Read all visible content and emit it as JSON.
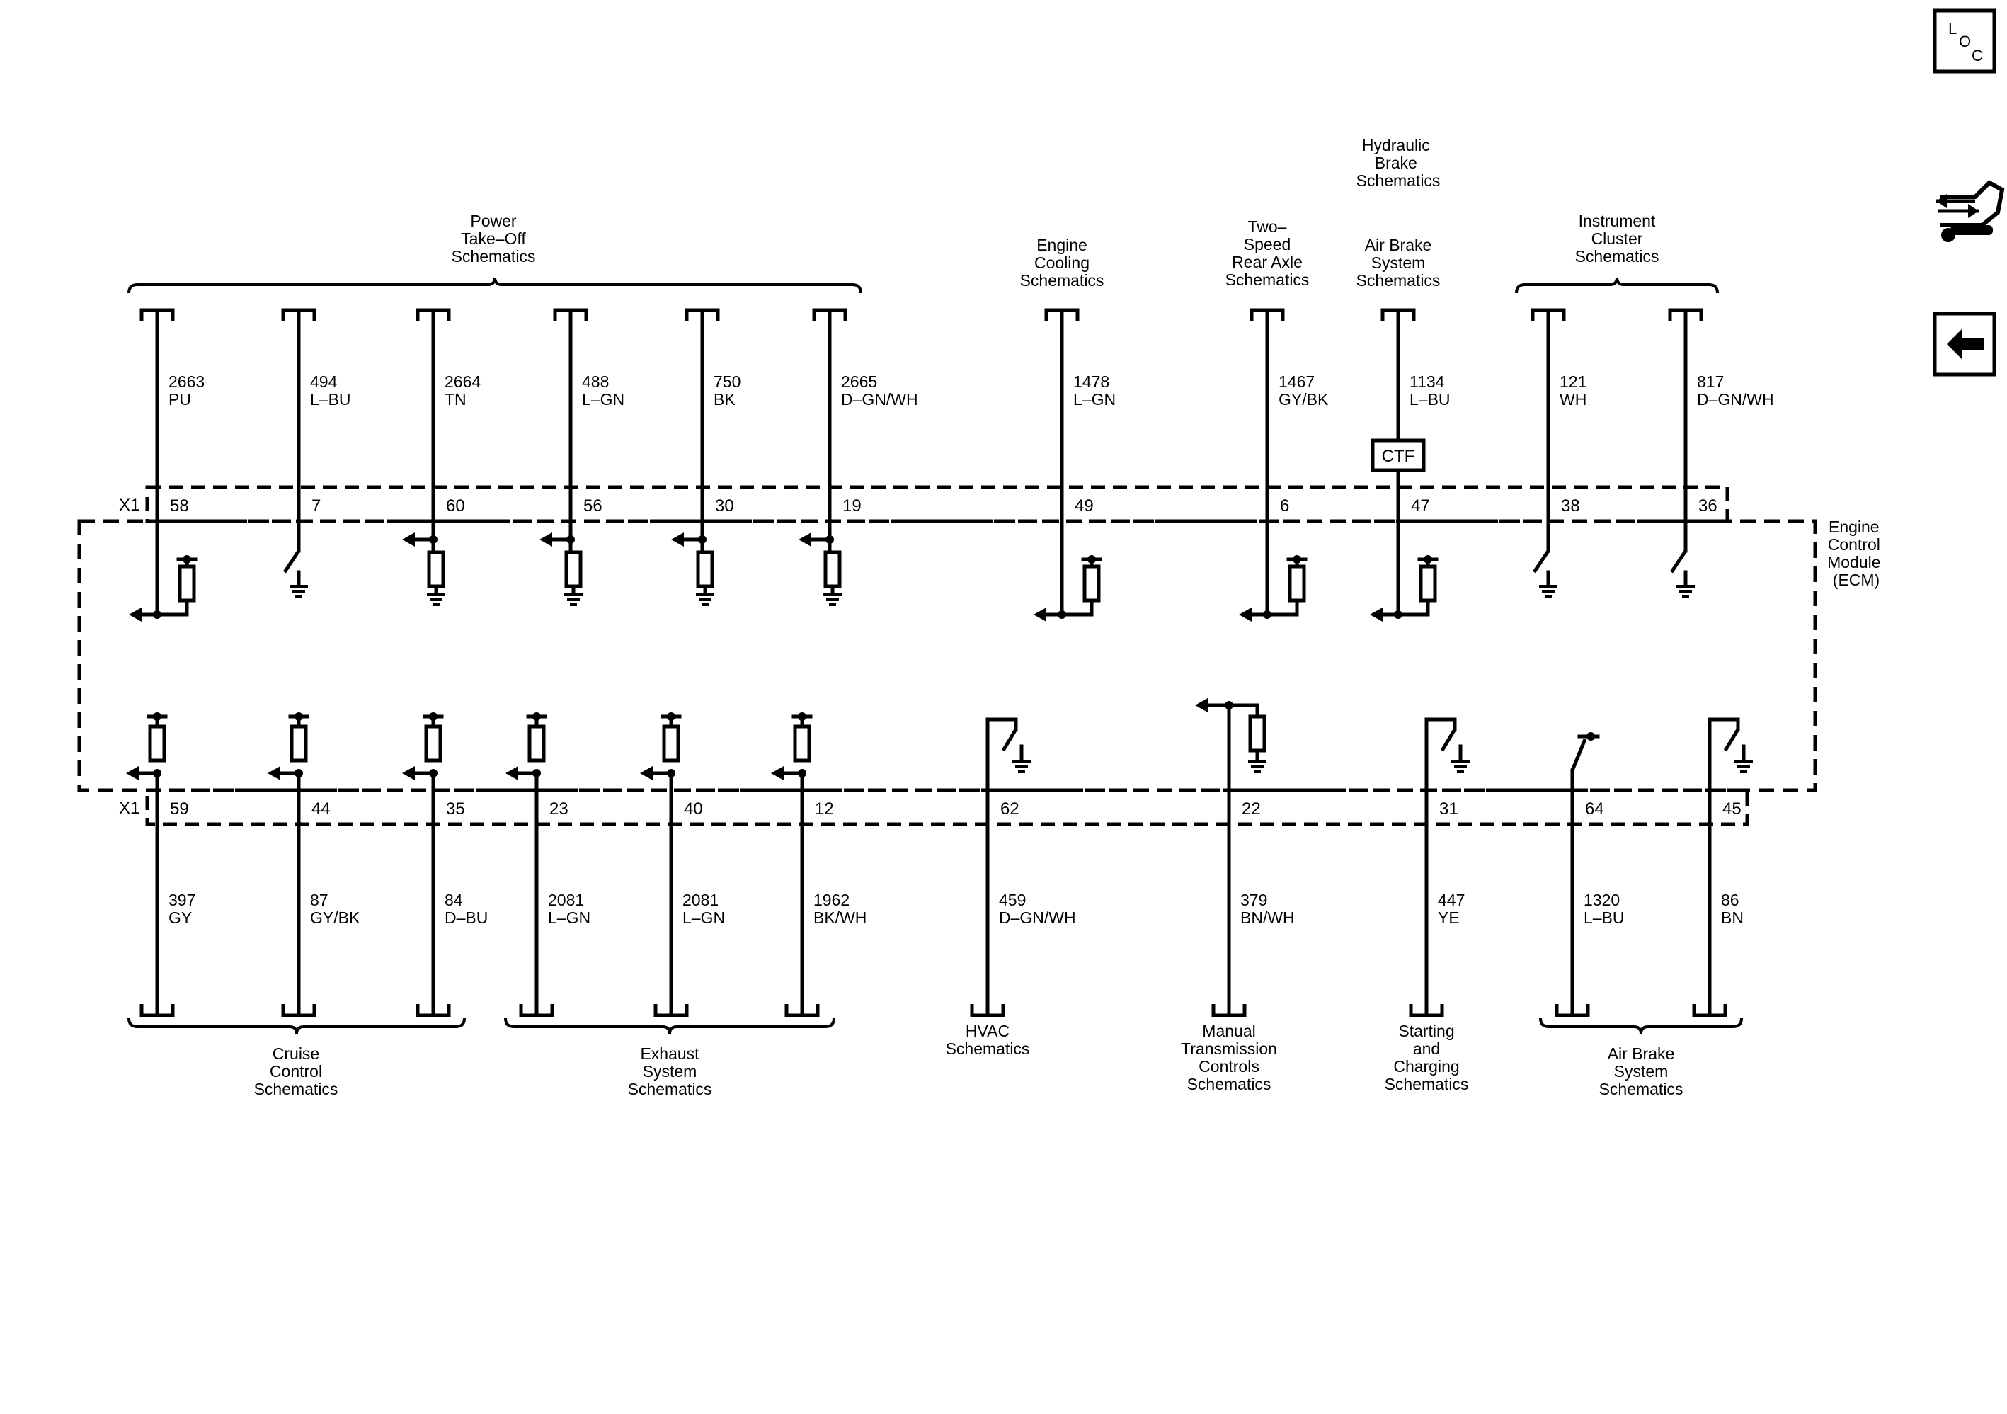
{
  "ecm_label": [
    "Engine",
    "Control",
    "Module",
    "(ECM)"
  ],
  "connector": "X1",
  "ctf_label": "CTF",
  "side_buttons": [
    {
      "name": "loc-button",
      "icon": "loc-icon",
      "letters": [
        "L",
        "O",
        "C"
      ]
    },
    {
      "name": "connector-info-button",
      "icon": "connector-tools-icon"
    },
    {
      "name": "back-button",
      "icon": "back-arrow-icon"
    }
  ],
  "top_groups": [
    {
      "label": [
        "Power",
        "Take–Off",
        "Schematics"
      ],
      "bracket": true
    },
    {
      "label": [
        "Engine",
        "Cooling",
        "Schematics"
      ],
      "bracket": false
    },
    {
      "label": [
        "Two–",
        "Speed",
        "Rear Axle",
        "Schematics"
      ],
      "bracket": false
    },
    {
      "label": [
        "Air Brake",
        "System",
        "Schematics"
      ],
      "bracket": false
    },
    {
      "label": [
        "Instrument",
        "Cluster",
        "Schematics"
      ],
      "bracket": true
    }
  ],
  "hydraulic_label": [
    "Hydraulic",
    "Brake",
    "Schematics"
  ],
  "bottom_groups": [
    {
      "label": [
        "Cruise",
        "Control",
        "Schematics"
      ],
      "bracket": true
    },
    {
      "label": [
        "Exhaust",
        "System",
        "Schematics"
      ],
      "bracket": true
    },
    {
      "label": [
        "HVAC",
        "Schematics"
      ],
      "bracket": false
    },
    {
      "label": [
        "Manual",
        "Transmission",
        "Controls",
        "Schematics"
      ],
      "bracket": false
    },
    {
      "label": [
        "Starting",
        "and",
        "Charging",
        "Schematics"
      ],
      "bracket": false
    },
    {
      "label": [
        "Air Brake",
        "System",
        "Schematics"
      ],
      "bracket": true
    }
  ],
  "top_circuits": [
    {
      "circuit": "2663",
      "color": "PU",
      "pin": "58",
      "type": "pullup-left"
    },
    {
      "circuit": "494",
      "color": "L–BU",
      "pin": "7",
      "type": "switch"
    },
    {
      "circuit": "2664",
      "color": "TN",
      "pin": "60",
      "type": "pulldown"
    },
    {
      "circuit": "488",
      "color": "L–GN",
      "pin": "56",
      "type": "pulldown"
    },
    {
      "circuit": "750",
      "color": "BK",
      "pin": "30",
      "type": "pulldown"
    },
    {
      "circuit": "2665",
      "color": "D–GN/WH",
      "pin": "19",
      "type": "pulldown"
    },
    {
      "circuit": "1478",
      "color": "L–GN",
      "pin": "49",
      "type": "pullup-left"
    },
    {
      "circuit": "1467",
      "color": "GY/BK",
      "pin": "6",
      "type": "pullup-left"
    },
    {
      "circuit": "1134",
      "color": "L–BU",
      "pin": "47",
      "type": "pullup-left"
    },
    {
      "circuit": "121",
      "color": "WH",
      "pin": "38",
      "type": "switch"
    },
    {
      "circuit": "817",
      "color": "D–GN/WH",
      "pin": "36",
      "type": "switch"
    }
  ],
  "bottom_circuits": [
    {
      "circuit": "397",
      "color": "GY",
      "pin": "59",
      "type": "pullup"
    },
    {
      "circuit": "87",
      "color": "GY/BK",
      "pin": "44",
      "type": "pullup"
    },
    {
      "circuit": "84",
      "color": "D–BU",
      "pin": "35",
      "type": "pullup"
    },
    {
      "circuit": "2081",
      "color": "L–GN",
      "pin": "23",
      "type": "pullup"
    },
    {
      "circuit": "2081",
      "color": "L–GN",
      "pin": "40",
      "type": "pullup"
    },
    {
      "circuit": "1962",
      "color": "BK/WH",
      "pin": "12",
      "type": "pullup"
    },
    {
      "circuit": "459",
      "color": "D–GN/WH",
      "pin": "62",
      "type": "lowside"
    },
    {
      "circuit": "379",
      "color": "BN/WH",
      "pin": "22",
      "type": "pulldown"
    },
    {
      "circuit": "447",
      "color": "YE",
      "pin": "31",
      "type": "lowside"
    },
    {
      "circuit": "1320",
      "color": "L–BU",
      "pin": "64",
      "type": "highside"
    },
    {
      "circuit": "86",
      "color": "BN",
      "pin": "45",
      "type": "lowside"
    }
  ]
}
